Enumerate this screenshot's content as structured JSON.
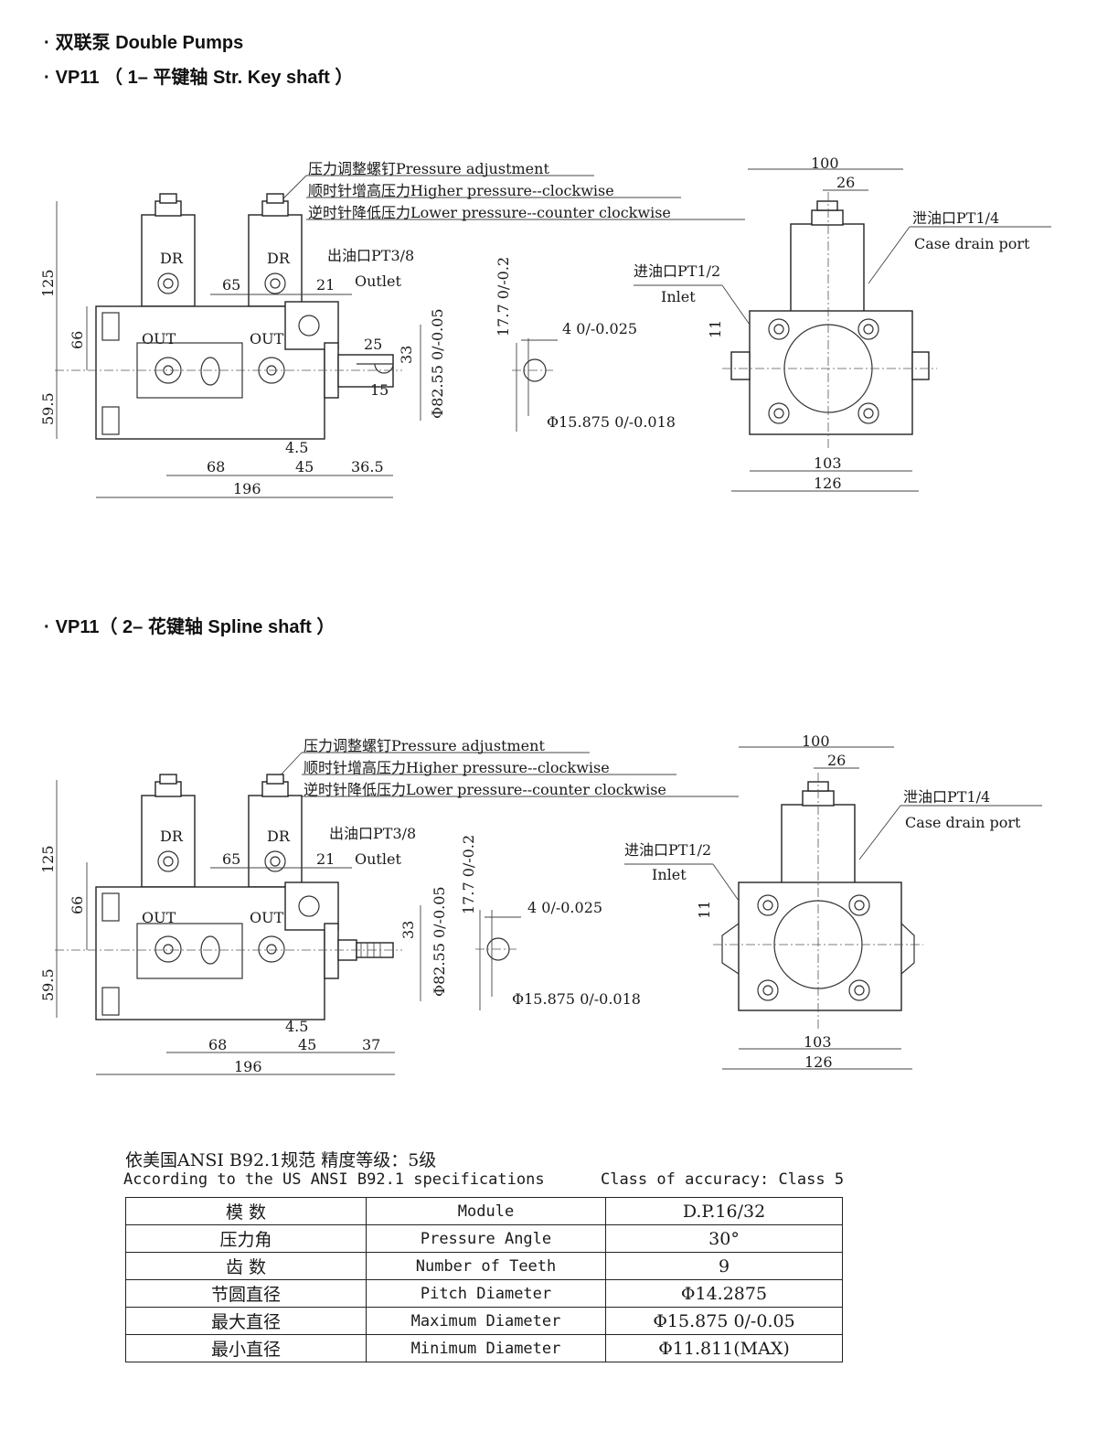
{
  "header": {
    "title": "双联泵 Double Pumps",
    "section1": "VP11 （ 1– 平键轴 Str. Key shaft ）",
    "section2": "VP11（ 2– 花键轴 Spline shaft ）"
  },
  "drawing1": {
    "callout_adjust": "压力调整螺钉Pressure adjustment",
    "callout_higher": "顺时针增高压力Higher pressure--clockwise",
    "callout_lower": "逆时针降低压力Lower pressure--counter clockwise",
    "outlet_cn": "出油口PT3/8",
    "outlet_en": "Outlet",
    "inlet_cn": "进油口PT1/2",
    "inlet_en": "Inlet",
    "drain_cn": "泄油口PT1/4",
    "drain_en": "Case drain port",
    "label_dr": "DR",
    "label_out": "OUT",
    "dims": {
      "d125": "125",
      "d66": "66",
      "d59_5": "59.5",
      "d65": "65",
      "d21": "21",
      "d25": "25",
      "d15": "15",
      "d33": "33",
      "d82_55": "Φ82.55 0/-0.05",
      "d4_5": "4.5",
      "d68": "68",
      "d45": "45",
      "d36_5": "36.5",
      "d196": "196",
      "d17_7": "17.7 0/-0.2",
      "d4": "4 0/-0.025",
      "d15_875": "Φ15.875 0/-0.018",
      "d100": "100",
      "d26": "26",
      "d11": "11",
      "d103": "103",
      "d126": "126"
    }
  },
  "drawing2": {
    "callout_adjust": "压力调整螺钉Pressure adjustment",
    "callout_higher": "顺时针增高压力Higher pressure--clockwise",
    "callout_lower": "逆时针降低压力Lower pressure--counter clockwise",
    "outlet_cn": "出油口PT3/8",
    "outlet_en": "Outlet",
    "inlet_cn": "进油口PT1/2",
    "inlet_en": "Inlet",
    "drain_cn": "泄油口PT1/4",
    "drain_en": "Case drain port",
    "label_dr": "DR",
    "label_out": "OUT",
    "dims": {
      "d125": "125",
      "d66": "66",
      "d59_5": "59.5",
      "d65": "65",
      "d21": "21",
      "d33": "33",
      "d82_55": "Φ82.55 0/-0.05",
      "d4_5": "4.5",
      "d68": "68",
      "d45": "45",
      "d37": "37",
      "d196": "196",
      "d17_7": "17.7 0/-0.2",
      "d4": "4 0/-0.025",
      "d15_875": "Φ15.875 0/-0.018",
      "d100": "100",
      "d26": "26",
      "d11": "11",
      "d103": "103",
      "d126": "126"
    }
  },
  "spline_spec": {
    "title_cn": "依美国ANSI B92.1规范    精度等级：5级",
    "title_en": "According to the US ANSI B92.1 specifications      Class of accuracy: Class 5",
    "rows": [
      {
        "cn": "模 数",
        "en": "Module",
        "value": "D.P.16/32"
      },
      {
        "cn": "压力角",
        "en": "Pressure Angle",
        "value": "30°"
      },
      {
        "cn": "齿 数",
        "en": "Number of Teeth",
        "value": "9"
      },
      {
        "cn": "节圆直径",
        "en": "Pitch Diameter",
        "value": "Φ14.2875"
      },
      {
        "cn": "最大直径",
        "en": "Maximum Diameter",
        "value": "Φ15.875 0/-0.05"
      },
      {
        "cn": "最小直径",
        "en": "Minimum Diameter",
        "value": "Φ11.811(MAX)"
      }
    ]
  }
}
